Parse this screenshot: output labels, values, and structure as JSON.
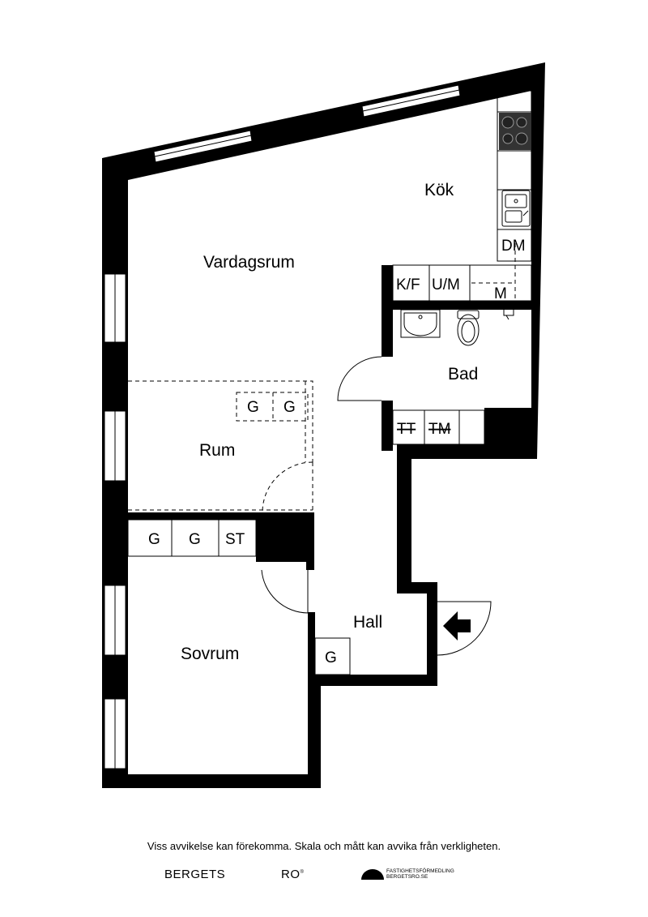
{
  "rooms": {
    "kitchen": "Kök",
    "living": "Vardagsrum",
    "bath": "Bad",
    "room": "Rum",
    "hall": "Hall",
    "bedroom": "Sovrum"
  },
  "fixtures": {
    "dishwasher": "DM",
    "fridge_freezer": "K/F",
    "oven_microwave": "U/M",
    "microwave": "M",
    "dryer": "TT",
    "washer": "TM",
    "wardrobe_room_1": "G",
    "wardrobe_room_2": "G",
    "wardrobe_bed_1": "G",
    "wardrobe_bed_2": "G",
    "storage": "ST",
    "wardrobe_hall": "G"
  },
  "footer": {
    "disclaimer": "Viss avvikelse kan förekomma. Skala och mått kan avvika från verkligheten.",
    "brand_left": "BERGETS",
    "brand_right": "RO",
    "brand_right_mark": "®",
    "agency_name": "FASTIGHETSFÖRMEDLING",
    "agency_site": "BERGETSRO.SE"
  },
  "icons": {
    "entrance": "entrance-arrow-icon",
    "stove": "stove-icon",
    "sink": "kitchen-sink-icon",
    "basin": "wash-basin-icon",
    "toilet": "toilet-icon"
  },
  "colors": {
    "wall": "#000000",
    "background": "#ffffff",
    "window": "#ffffff"
  }
}
